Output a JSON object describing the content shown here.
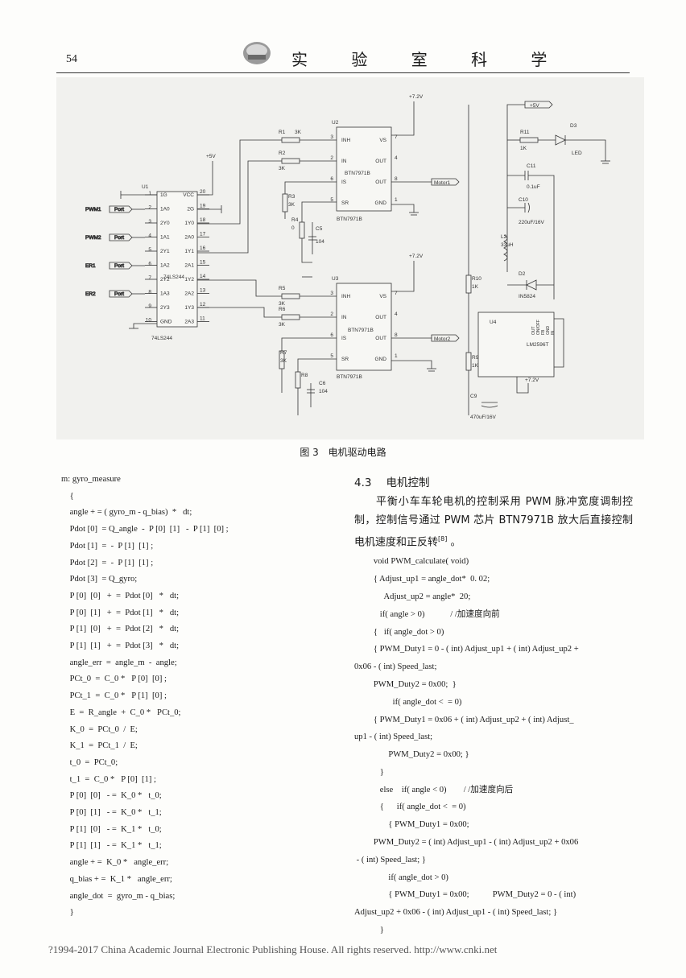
{
  "header": {
    "page_number": "54",
    "journal_title": "实 验 室 科 学"
  },
  "figure": {
    "caption_number": "图 3",
    "caption_text": "电机驱动电路",
    "labels": {
      "u1": "U1",
      "ic74": "74LS244",
      "pins_left": [
        "1G",
        "1A0",
        "2Y0",
        "1A1",
        "2Y1",
        "1A2",
        "2Y2",
        "1A3",
        "2Y3",
        "GND"
      ],
      "pins_left_num": [
        "1",
        "2",
        "3",
        "4",
        "5",
        "6",
        "7",
        "8",
        "9",
        "10"
      ],
      "pins_right": [
        "VCC",
        "2G",
        "1Y0",
        "2A0",
        "1Y1",
        "2A1",
        "1Y2",
        "2A2",
        "1Y3",
        "2A3"
      ],
      "pins_right_num": [
        "20",
        "19",
        "18",
        "17",
        "16",
        "15",
        "14",
        "13",
        "12",
        "11"
      ],
      "inputs": [
        "PWM1",
        "PWM2",
        "ER1",
        "ER2"
      ],
      "port": "Port",
      "u2": "U2",
      "u3": "U3",
      "btn": "BTN7971B",
      "btn_pins_left": [
        "INH",
        "IN",
        "IS",
        "SR"
      ],
      "btn_pins_right": [
        "VS",
        "OUT",
        "OUT",
        "GND"
      ],
      "r1": "R1",
      "r2": "R2",
      "r3": "R3",
      "r4": "R4",
      "r5": "R5",
      "r6": "R6",
      "r7": "R7",
      "r8": "R8",
      "val3k": "3K",
      "val0": "0",
      "c5": "C5",
      "c6": "C6",
      "val104": "104",
      "v72": "+7.2V",
      "v5": "+5V",
      "motor1": "Motor1",
      "motor2": "Motor2",
      "r11": "R11",
      "val1k": "1K",
      "d3": "D3",
      "led": "LED",
      "c11": "C11",
      "c11v": "0.1uF",
      "c10": "C10",
      "c10v": "220uF/16V",
      "l2": "L2",
      "l2v": "33uH",
      "d2": "D2",
      "d2v": "IN5824",
      "r10": "R10",
      "r9": "R9",
      "val1k2": "1K",
      "u4": "U4",
      "lm": "LM2596T",
      "c9": "C9",
      "c9v": "470uF/16V",
      "lm_pins": [
        "OUT",
        "ON/OFF",
        "FB",
        "GND",
        "IN"
      ]
    }
  },
  "left_code": [
    "m: gyro_measure",
    "    {",
    "    angle + = ( gyro_m - q_bias)  *   dt;",
    "    Pdot [0]  = Q_angle  -  P [0]  [1]   -  P [1]  [0] ;",
    "    Pdot [1]  =  -  P [1]  [1] ;",
    "    Pdot [2]  =  -  P [1]  [1] ;",
    "    Pdot [3]  = Q_gyro;",
    "    P [0]  [0]   +  =  Pdot [0]   *   dt;",
    "    P [0]  [1]   +  =  Pdot [1]   *   dt;",
    "    P [1]  [0]   +  =  Pdot [2]   *   dt;",
    "    P [1]  [1]   +  =  Pdot [3]   *   dt;",
    "    angle_err  =  angle_m  -  angle;",
    "    PCt_0  =  C_0 *   P [0]  [0] ;",
    "    PCt_1  =  C_0 *   P [1]  [0] ;",
    "    E  =  R_angle  +  C_0 *   PCt_0;",
    "    K_0  =  PCt_0  /  E;",
    "    K_1  =  PCt_1  /  E;",
    "    t_0  =  PCt_0;",
    "    t_1  =  C_0 *   P [0]  [1] ;",
    "    P [0]  [0]   - =  K_0 *   t_0;",
    "    P [0]  [1]   - =  K_0 *   t_1;",
    "    P [1]  [0]   - =  K_1 *   t_0;",
    "    P [1]  [1]   - =  K_1 *   t_1;",
    "    angle + =  K_0 *   angle_err;",
    "    q_bias + =  K_1 *   angle_err;",
    "    angle_dot  =  gyro_m - q_bias;",
    "    }"
  ],
  "section": {
    "number": "4.3",
    "title": "电机控制",
    "paragraph": "平衡小车车轮电机的控制采用 PWM 脉冲宽度调制控制，控制信号通过 PWM 芯片 BTN7971B 放大后直接控制电机速度和正反转",
    "ref": "[8]",
    "paragraph_end": " 。"
  },
  "right_code": [
    "         void PWM_calculate( void)",
    "         { Adjust_up1 = angle_dot*  0. 02;",
    "              Adjust_up2 = angle*  20;",
    "            if( angle > 0)            / /加速度向前",
    "         {   if( angle_dot > 0)",
    "         { PWM_Duty1 = 0 - ( int) Adjust_up1 + ( int) Adjust_up2 +",
    "0x06 - ( int) Speed_last;",
    "         PWM_Duty2 = 0x00;  }",
    "                  if( angle_dot <  = 0)",
    "         { PWM_Duty1 = 0x06 + ( int) Adjust_up2 + ( int) Adjust_",
    "up1 - ( int) Speed_last;",
    "                PWM_Duty2 = 0x00; }",
    "            }",
    "            else    if( angle < 0)        / /加速度向后",
    "            {      if( angle_dot <  = 0)",
    "                { PWM_Duty1 = 0x00;",
    "         PWM_Duty2 = ( int) Adjust_up1 - ( int) Adjust_up2 + 0x06",
    " - ( int) Speed_last; }",
    "                if( angle_dot > 0)",
    "                { PWM_Duty1 = 0x00;           PWM_Duty2 = 0 - ( int)",
    "Adjust_up2 + 0x06 - ( int) Adjust_up1 - ( int) Speed_last; }",
    "            }"
  ],
  "footer": {
    "copyright": "?1994-2017 China Academic Journal Electronic Publishing House. All rights reserved.    http://www.cnki.net"
  }
}
